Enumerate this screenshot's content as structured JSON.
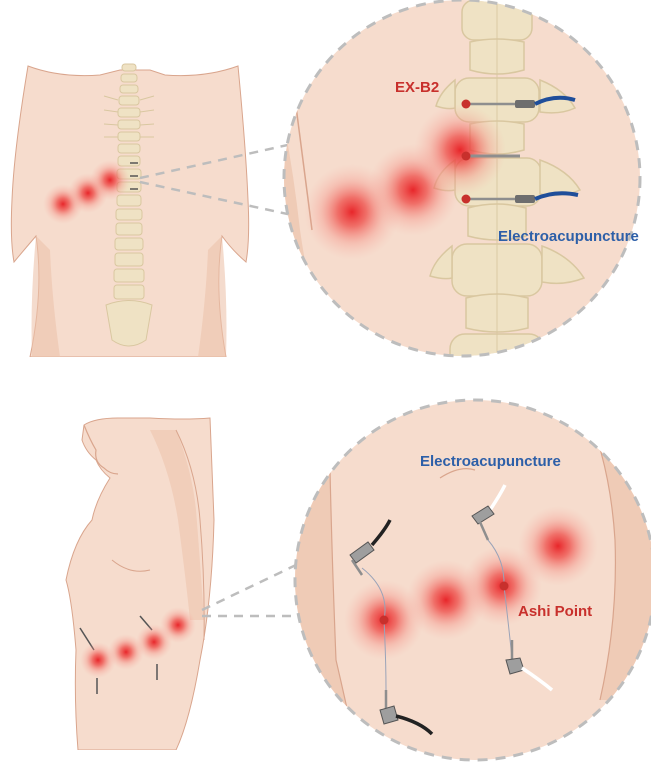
{
  "labels": {
    "top_point": "EX-B2",
    "top_ea": "Electroacupuncture",
    "bottom_ea": "Electroacupuncture",
    "bottom_point": "Ashi Point"
  },
  "colors": {
    "skin": "#f6dccd",
    "skin_shadow": "#ecc3ac",
    "skin_outline": "#d9a58d",
    "bone": "#efe2c4",
    "bone_outline": "#d9c7a0",
    "pain_red": "#e8262a",
    "label_red": "#c8302c",
    "label_blue": "#2d5fa8",
    "needle": "#8e8e8e",
    "wire_blue": "#1f4e9a",
    "wire_black": "#222222",
    "dash_gray": "#bdbdbd"
  },
  "icons": [
    "spine-bones",
    "needle-icon",
    "pain-glow"
  ]
}
